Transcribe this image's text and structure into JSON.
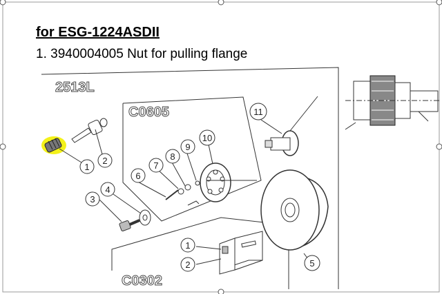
{
  "heading": "for ESG-1224ASDII",
  "part_line": "1. 3940004005 Nut for pulling flange",
  "assembly_labels": {
    "main": "2513L",
    "upper": "C0605",
    "lower": "C0302"
  },
  "callouts": {
    "left_1": "1",
    "left_2": "2",
    "left_3": "3",
    "left_4": "4",
    "right_5": "5",
    "upper_6": "6",
    "upper_7": "7",
    "upper_8": "8",
    "upper_9": "9",
    "upper_10": "10",
    "upper_11": "11",
    "lower_1": "1",
    "lower_2": "2"
  },
  "colors": {
    "highlight": "#f2f000",
    "line": "#333333",
    "handle": "#555555"
  }
}
